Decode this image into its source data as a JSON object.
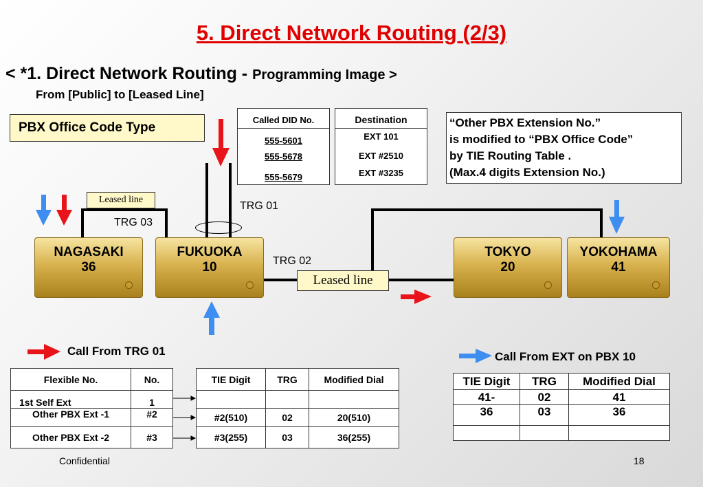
{
  "title": "5. Direct Network Routing (2/3)",
  "subtitle": {
    "main": "< *1. Direct Network Routing - ",
    "small": "Programming Image >"
  },
  "sub_subtitle": "From [Public] to [Leased Line]",
  "office_code_label": "PBX Office Code Type",
  "did_table": {
    "header": "Called DID No.",
    "rows": [
      "555-5601",
      "555-5678",
      "555-5679"
    ]
  },
  "dest_table": {
    "header": "Destination",
    "rows": [
      "EXT 101",
      "EXT #2510",
      "EXT #3235"
    ]
  },
  "note": {
    "line1": "“Other PBX Extension No.”",
    "line2": "is modified  to “PBX Office Code”",
    "line3": "by TIE Routing Table .",
    "line4": "(Max.4 digits Extension No.)"
  },
  "leased_line_small": "Leased line",
  "leased_line_big": "Leased line",
  "trg_labels": {
    "trg01": "TRG 01",
    "trg02": "TRG 02",
    "trg03": "TRG 03"
  },
  "pbxs": [
    {
      "name": "NAGASAKI",
      "num": "36"
    },
    {
      "name": "FUKUOKA",
      "num": "10"
    },
    {
      "name": "TOKYO",
      "num": "20"
    },
    {
      "name": "YOKOHAMA",
      "num": "41"
    }
  ],
  "legend": {
    "red": "Call From TRG 01",
    "blue": "Call From EXT on PBX 10"
  },
  "flex_table": {
    "headers": [
      "Flexible No.",
      "No."
    ],
    "rows": [
      [
        "1st Self Ext",
        "1"
      ],
      [
        "Other PBX Ext -1",
        "#2"
      ],
      [
        "Other PBX Ext -2",
        "#3"
      ]
    ]
  },
  "tie_table_left": {
    "headers": [
      "TIE Digit",
      "TRG",
      "Modified Dial"
    ],
    "rows": [
      [
        "",
        "",
        ""
      ],
      [
        "#2(510)",
        "02",
        "20(510)"
      ],
      [
        "#3(255)",
        "03",
        "36(255)"
      ]
    ]
  },
  "tie_table_right": {
    "headers": [
      "TIE Digit",
      "TRG",
      "Modified Dial"
    ],
    "rows": [
      [
        "41-",
        "02",
        "41"
      ],
      [
        "36",
        "03",
        "36"
      ],
      [
        "",
        "",
        ""
      ]
    ]
  },
  "footer": {
    "confidential": "Confidential",
    "page": "18"
  },
  "colors": {
    "red": "#e8141a",
    "blue": "#3d8ef0",
    "title": "#e00000",
    "gold": "#d8b24e"
  }
}
